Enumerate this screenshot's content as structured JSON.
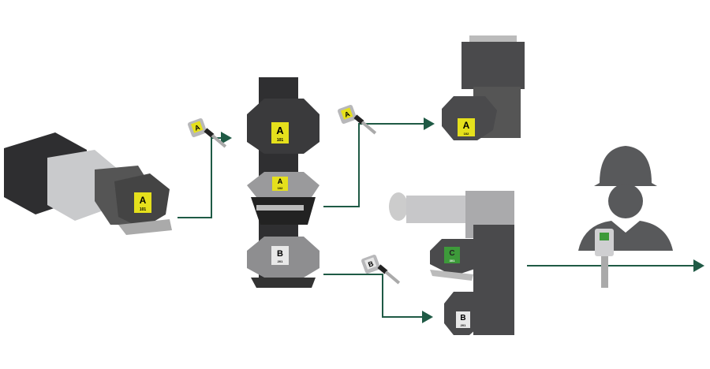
{
  "colors": {
    "connector": "#1f5a45",
    "tag_yellow": "#e5e01c",
    "tag_green": "#3d9a3a",
    "tag_white": "#e8e8e8",
    "body_dark": "#3a3a3c",
    "body_grey": "#8c8c8e",
    "person": "#58595b"
  },
  "devices": {
    "motor_lock": {
      "letter": "A",
      "number": "101"
    },
    "exchange_top": {
      "letter": "A",
      "number": "101"
    },
    "exchange_mid": {
      "letter": "A",
      "number": "102"
    },
    "exchange_bottom": {
      "letter": "B",
      "number": "201"
    },
    "access_lock": {
      "letter": "A",
      "number": "102"
    },
    "door_lock_c": {
      "letter": "C",
      "number": "301"
    },
    "door_lock_b": {
      "letter": "B",
      "number": "201"
    }
  },
  "keys": [
    {
      "letter": "A"
    },
    {
      "letter": "A"
    },
    {
      "letter": "B"
    }
  ],
  "icons": {
    "worker": "worker-hardhat-icon",
    "personal_key": "personal-key-icon"
  }
}
